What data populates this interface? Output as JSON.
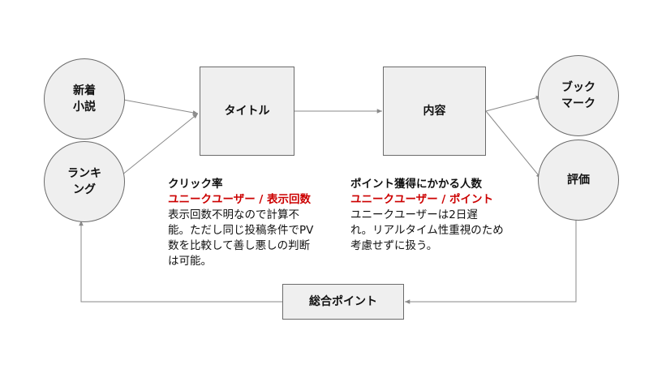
{
  "nodes": {
    "new_novels": "新着\n小説",
    "ranking": "ランキ\nング",
    "title": "タイトル",
    "content": "内容",
    "bookmark": "ブック\nマーク",
    "rating": "評価",
    "total_points": "総合ポイント"
  },
  "notes": {
    "click_rate": {
      "heading": "クリック率",
      "formula": "ユニークユーザー / 表示回数",
      "body": "表示回数不明なので計算不\n能。ただし同じ投稿条件でPV\n数を比較して善し悪しの判断\nは可能。"
    },
    "point_rate": {
      "heading": "ポイント獲得にかかる人数",
      "formula": "ユニークユーザー / ポイント",
      "body": "ユニークユーザーは2日遅\nれ。リアルタイム性重視のため\n考慮せずに扱う。"
    }
  },
  "colors": {
    "node_fill": "#efefef",
    "node_border": "#6b6b6b",
    "edge": "#8a8a8a",
    "formula": "#cc0000"
  }
}
